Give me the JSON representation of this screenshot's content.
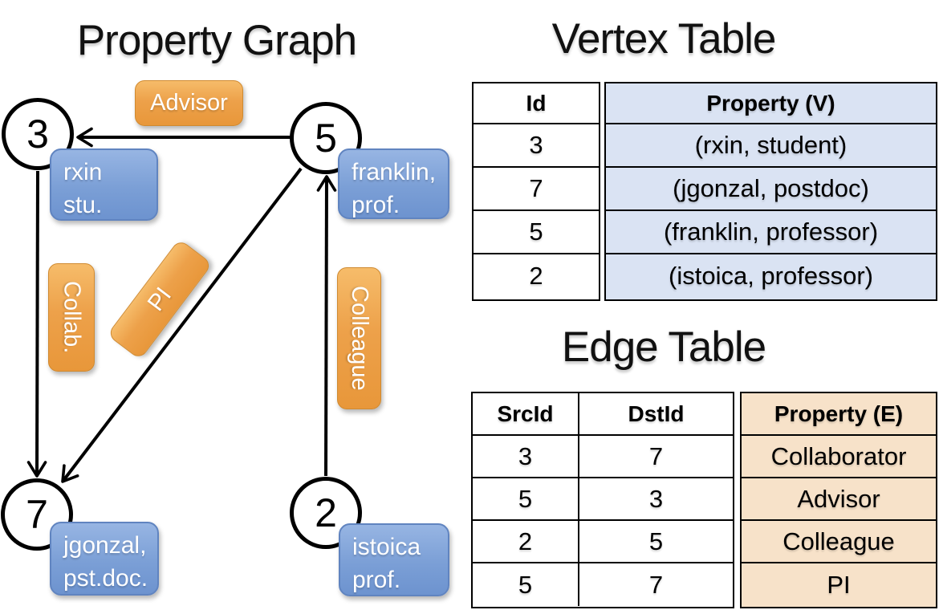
{
  "titles": {
    "graph": "Property Graph",
    "vertex_table": "Vertex Table",
    "edge_table": "Edge Table"
  },
  "graph": {
    "nodes": [
      {
        "id": "3",
        "label_line1": "rxin",
        "label_line2": "stu."
      },
      {
        "id": "5",
        "label_line1": "franklin,",
        "label_line2": "prof."
      },
      {
        "id": "7",
        "label_line1": "jgonzal,",
        "label_line2": "pst.doc."
      },
      {
        "id": "2",
        "label_line1": "istoica",
        "label_line2": "prof."
      }
    ],
    "edge_labels": {
      "advisor": "Advisor",
      "collab": "Collab.",
      "pi": "PI",
      "colleague": "Colleague"
    },
    "edges": [
      {
        "src": "5",
        "dst": "3",
        "label": "Advisor"
      },
      {
        "src": "3",
        "dst": "7",
        "label": "Collab."
      },
      {
        "src": "5",
        "dst": "7",
        "label": "PI"
      },
      {
        "src": "2",
        "dst": "5",
        "label": "Colleague"
      }
    ]
  },
  "vertex_table": {
    "headers": {
      "id": "Id",
      "property": "Property (V)"
    },
    "rows": [
      {
        "id": "3",
        "property": "(rxin, student)"
      },
      {
        "id": "7",
        "property": "(jgonzal, postdoc)"
      },
      {
        "id": "5",
        "property": "(franklin, professor)"
      },
      {
        "id": "2",
        "property": "(istoica, professor)"
      }
    ]
  },
  "edge_table": {
    "headers": {
      "src": "SrcId",
      "dst": "DstId",
      "property": "Property (E)"
    },
    "rows": [
      {
        "src": "3",
        "dst": "7",
        "property": "Collaborator"
      },
      {
        "src": "5",
        "dst": "3",
        "property": "Advisor"
      },
      {
        "src": "2",
        "dst": "5",
        "property": "Colleague"
      },
      {
        "src": "5",
        "dst": "7",
        "property": "PI"
      }
    ]
  },
  "colors": {
    "node_fill": "#ffffff",
    "line": "#000000",
    "vertex_box_blue": "#7b9fd6",
    "edge_label_orange": "#eda14a",
    "vertex_property_fill": "#dae3f3",
    "edge_property_fill": "#f7e2c9"
  }
}
